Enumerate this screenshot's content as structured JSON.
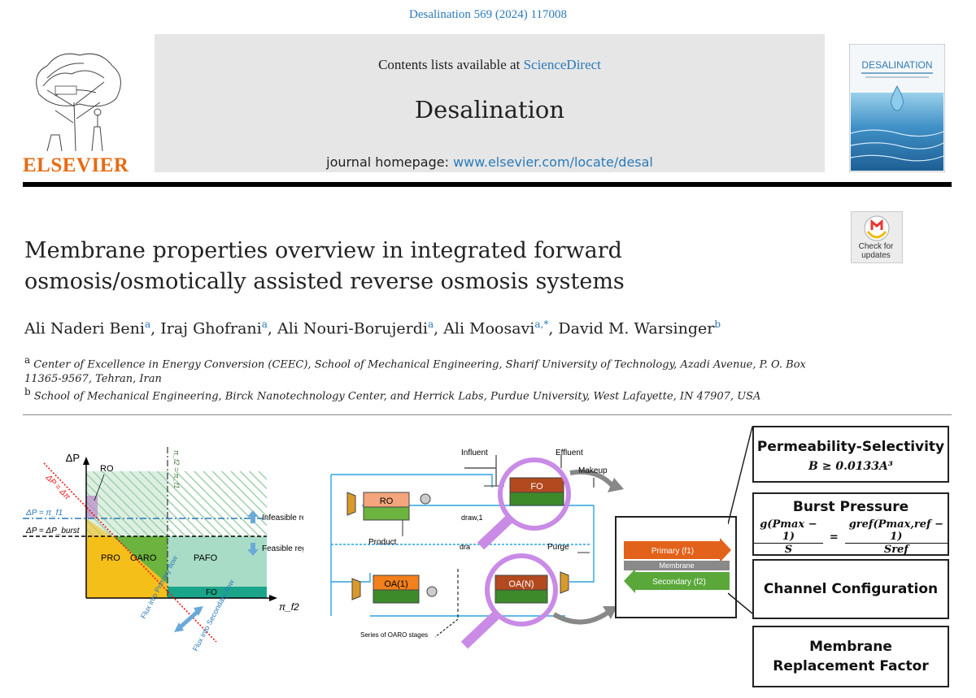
{
  "header": {
    "citation": "Desalination 569 (2024) 117008",
    "contents_prefix": "Contents lists available at",
    "contents_link": "ScienceDirect",
    "journal_title": "Desalination",
    "homepage_prefix": "journal homepage:",
    "homepage_link": "www.elsevier.com/locate/desal",
    "publisher": "ELSEVIER",
    "cover_title": "DESALINATION",
    "check_updates": "Check for updates"
  },
  "article": {
    "title": "Membrane properties overview in integrated forward osmosis/osmotically assisted reverse osmosis systems",
    "authors": [
      {
        "name": "Ali Naderi Beni",
        "sup": "a"
      },
      {
        "name": "Iraj Ghofrani",
        "sup": "a"
      },
      {
        "name": "Ali Nouri-Borujerdi",
        "sup": "a"
      },
      {
        "name": "Ali Moosavi",
        "sup": "a,*"
      },
      {
        "name": "David M. Warsinger",
        "sup": "b"
      }
    ],
    "affiliations": [
      {
        "mark": "a",
        "text": "Center of Excellence in Energy Conversion (CEEC), School of Mechanical Engineering, Sharif University of Technology, Azadi Avenue, P. O. Box 11365-9567, Tehran, Iran"
      },
      {
        "mark": "b",
        "text": "School of Mechanical Engineering, Birck Nanotechnology Center, and Herrick Labs, Purdue University, West Lafayette, IN 47907, USA"
      }
    ]
  },
  "graphic": {
    "phase_diagram": {
      "y_axis": "ΔP",
      "x_axis": "π_f2",
      "line_burst": "ΔP = ΔP_burst",
      "line_pif1": "ΔP = π_f1",
      "line_diag": "ΔP = Δπ",
      "line_vert": "π_f2 = π_f1",
      "regions": {
        "ro": "RO",
        "pro": "PRO",
        "oaro": "OARO",
        "pafo": "PAFO",
        "fo": "FO"
      },
      "infeasible": "Infeasible region",
      "feasible": "Feasible region",
      "flux_primary": "Flux into Primary flow",
      "flux_secondary": "Flux into Secondary flow"
    },
    "process": {
      "influent": "Influent",
      "effluent": "Effluent",
      "makeup": "Makeup",
      "ro": "RO",
      "fo": "FO",
      "draw1": "draw,1",
      "product": "Product",
      "purge": "Purge",
      "dra": "dra",
      "oa1": "OA(1)",
      "oan": "OA(N)",
      "series": "Series of OARO stages",
      "primary": "Primary (f1)",
      "membrane": "Membrane",
      "secondary": "Secondary (f2)"
    },
    "boxes": [
      {
        "heading": "Permeability-Selectivity",
        "equation": "B ≥ 0.0133A³"
      },
      {
        "heading": "Burst Pressure",
        "lhs_num": "g(Pmax − 1)",
        "lhs_den": "S",
        "rhs_num": "gref(Pmax,ref − 1)",
        "rhs_den": "Sref"
      },
      {
        "heading": "Channel Configuration"
      },
      {
        "heading": "Membrane Replacement Factor"
      }
    ]
  },
  "colors": {
    "link": "#2a7ab8",
    "publisher": "#e86a12",
    "pro": "#f5bf1a",
    "oaro": "#6cb33f",
    "pafo": "#a8dcc6",
    "fo": "#1aa58a",
    "magnifier": "#c98be6",
    "primary": "#e2621b",
    "secondary": "#5aa83a"
  }
}
